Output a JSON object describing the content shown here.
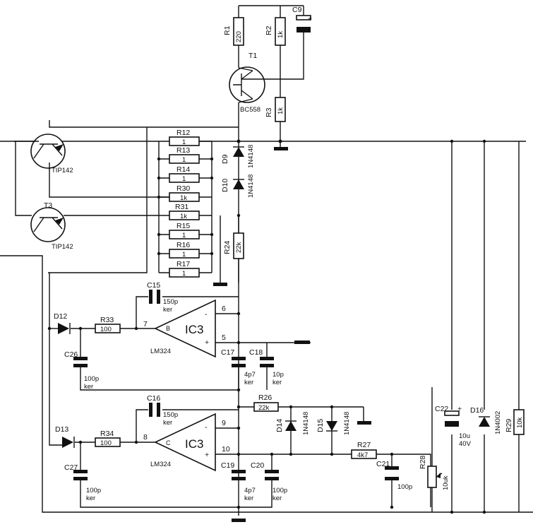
{
  "resistors": {
    "R1": {
      "name": "R1",
      "value": "220"
    },
    "R2": {
      "name": "R2",
      "value": "1k"
    },
    "R3": {
      "name": "R3",
      "value": "1k"
    },
    "R12": {
      "name": "R12",
      "value": "1"
    },
    "R13": {
      "name": "R13",
      "value": "1"
    },
    "R14": {
      "name": "R14",
      "value": "1"
    },
    "R30": {
      "name": "R30",
      "value": "1k"
    },
    "R31": {
      "name": "R31",
      "value": "1k"
    },
    "R15": {
      "name": "R15",
      "value": "1"
    },
    "R16": {
      "name": "R16",
      "value": "1"
    },
    "R17": {
      "name": "R17",
      "value": "1"
    },
    "R24": {
      "name": "R24",
      "value": "22k"
    },
    "R33": {
      "name": "R33",
      "value": "100"
    },
    "R34": {
      "name": "R34",
      "value": "100"
    },
    "R26": {
      "name": "R26",
      "value": "22k"
    },
    "R27": {
      "name": "R27",
      "value": "4k7"
    },
    "R28": {
      "name": "R28",
      "value": "10uk"
    },
    "R29": {
      "name": "R29",
      "value": "10k"
    }
  },
  "capacitors": {
    "C9": {
      "name": "C9"
    },
    "C15": {
      "name": "C15",
      "value": "150p",
      "type": "ker"
    },
    "C16": {
      "name": "C16",
      "value": "150p",
      "type": "ker"
    },
    "C17": {
      "name": "C17",
      "value": "4p7",
      "type": "ker"
    },
    "C18": {
      "name": "C18",
      "value": "10p",
      "type": "ker"
    },
    "C19": {
      "name": "C19",
      "value": "4p7",
      "type": "ker"
    },
    "C20": {
      "name": "C20",
      "value": "100p",
      "type": "ker"
    },
    "C21": {
      "name": "C21",
      "value": "100p"
    },
    "C22": {
      "name": "C22",
      "value": "10u",
      "voltage": "40V"
    },
    "C26": {
      "name": "C26",
      "value": "100p",
      "type": "ker"
    },
    "C27": {
      "name": "C27",
      "value": "100p",
      "type": "ker"
    }
  },
  "diodes": {
    "D9": {
      "name": "D9",
      "part": "1N4148"
    },
    "D10": {
      "name": "D10",
      "part": "1N4148"
    },
    "D12": {
      "name": "D12"
    },
    "D13": {
      "name": "D13"
    },
    "D14": {
      "name": "D14",
      "part": "1N4148"
    },
    "D15": {
      "name": "D15",
      "part": "1N4148"
    },
    "D16": {
      "name": "D16",
      "part": "1N4002"
    }
  },
  "transistors": {
    "T1": {
      "name": "T1",
      "part": "BC558"
    },
    "T2": {
      "part": "TIP142"
    },
    "T3": {
      "name": "T3",
      "part": "TIP142"
    }
  },
  "opamps": {
    "upper": {
      "label": "IC3",
      "unit": "B",
      "part": "LM324",
      "pin_minus": "6",
      "pin_plus": "5",
      "pin_out": "7"
    },
    "lower": {
      "label": "IC3",
      "unit": "C",
      "part": "LM324",
      "pin_minus": "9",
      "pin_plus": "10",
      "pin_out": "8"
    }
  },
  "polarity": {
    "plus": "+",
    "minus": "-"
  }
}
